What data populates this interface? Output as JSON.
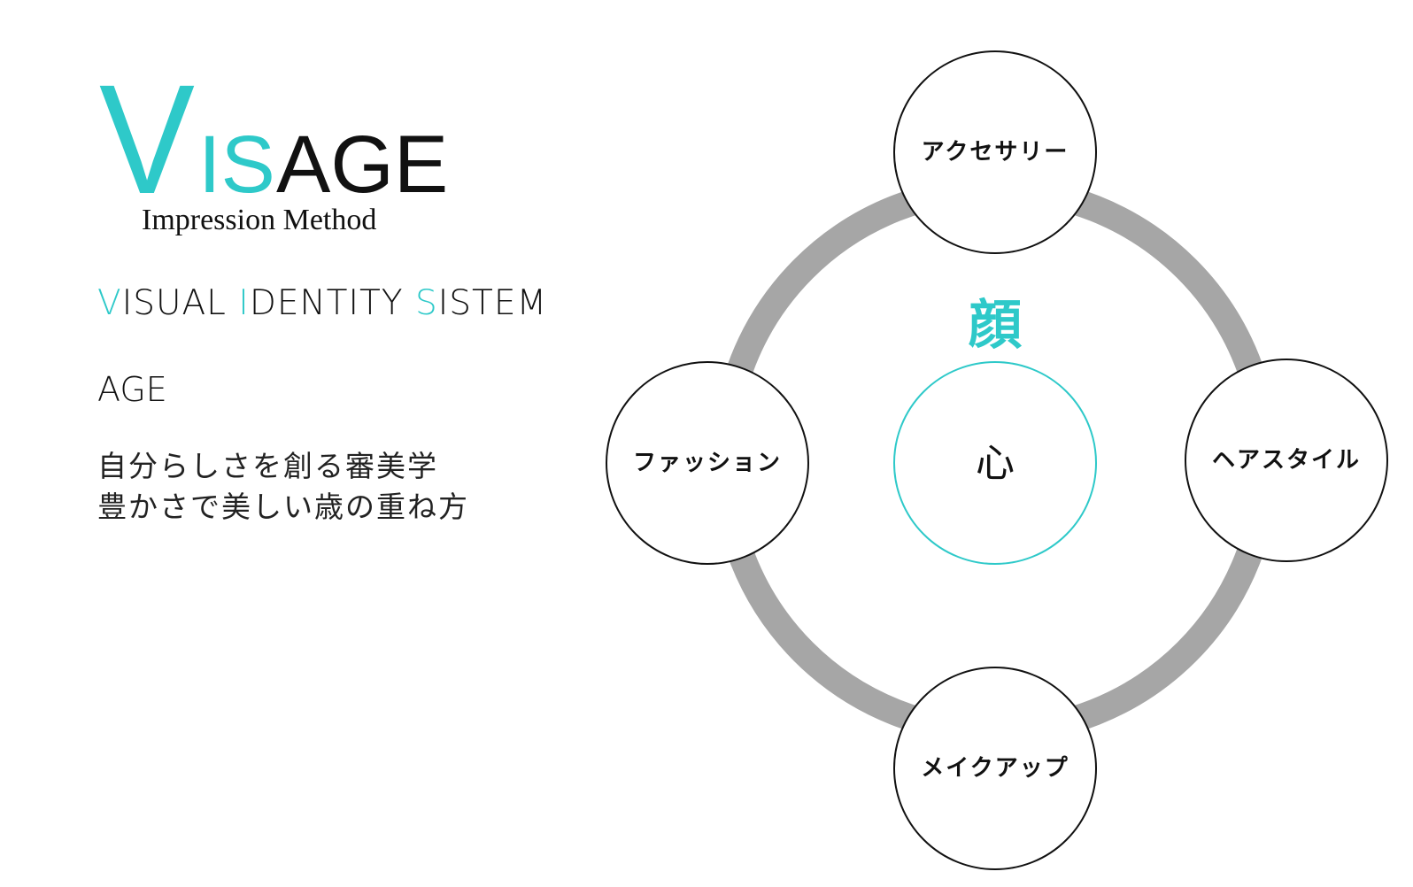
{
  "logo": {
    "v": "V",
    "is": "IS",
    "age": "AGE",
    "subtitle": "Impression Method"
  },
  "acronym": {
    "parts": [
      {
        "first": "V",
        "rest": "ISUAL "
      },
      {
        "first": "I",
        "rest": "DENTITY "
      },
      {
        "first": "S",
        "rest": "ISTEM"
      }
    ]
  },
  "age_label": "AGE",
  "tagline": {
    "line1": "自分らしさを創る審美学",
    "line2": "豊かさで美しい歳の重ね方"
  },
  "diagram": {
    "center_title": "顔",
    "center_label": "心",
    "nodes": {
      "top": "アクセサリー",
      "right": "ヘアスタイル",
      "bottom": "メイクアップ",
      "left": "ファッション"
    }
  },
  "colors": {
    "accent": "#2ec9c9",
    "ring": "#a6a6a6",
    "text": "#111111"
  }
}
